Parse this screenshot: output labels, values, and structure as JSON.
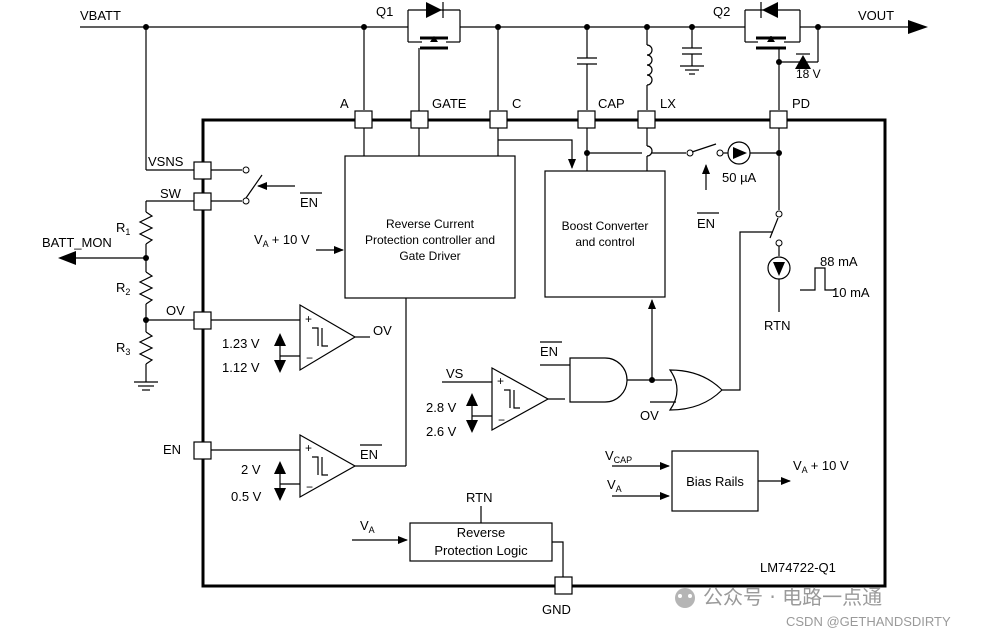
{
  "nets": {
    "vbatt": "VBATT",
    "vout": "VOUT",
    "batt_mon": "BATT_MON",
    "rtn": "RTN",
    "gnd": "GND",
    "ov": "OV",
    "en_bar": "EN",
    "vs": "VS"
  },
  "transistors": {
    "q1": "Q1",
    "q2": "Q2"
  },
  "resistors": {
    "r1": "R",
    "r1_sub": "1",
    "r2": "R",
    "r2_sub": "2",
    "r3": "R",
    "r3_sub": "3"
  },
  "zener": "18 V",
  "pins": {
    "a": "A",
    "gate": "GATE",
    "c": "C",
    "cap": "CAP",
    "lx": "LX",
    "pd": "PD",
    "vsns": "VSNS",
    "sw": "SW",
    "ov": "OV",
    "en": "EN",
    "gnd": "GND"
  },
  "blocks": {
    "rcp_line1": "Reverse Current",
    "rcp_line2": "Protection controller and",
    "rcp_line3": "Gate Driver",
    "boost_line1": "Boost Converter",
    "boost_line2": "and control",
    "bias": "Bias Rails",
    "rpl_line1": "Reverse",
    "rpl_line2": "Protection Logic"
  },
  "supplies": {
    "va": "V",
    "va_sub": "A",
    "va_plus": "+ 10 V",
    "vcap": "V",
    "vcap_sub": "CAP"
  },
  "thresholds": {
    "ov_high": "1.23 V",
    "ov_low": "1.12 V",
    "en_high": "2 V",
    "en_low": "0.5 V",
    "vs_high": "2.8 V",
    "vs_low": "2.6 V"
  },
  "currents": {
    "pd_source": "50 µA",
    "pulse_high": "88 mA",
    "pulse_low": "10 mA"
  },
  "comparator_outputs": {
    "ov": "OV",
    "en_bar": "EN"
  },
  "chip_name": "LM74722-Q1",
  "watermark": {
    "line1": "公众号 · 电路一点通",
    "line2": "CSDN @GETHANDSDIRTY"
  }
}
